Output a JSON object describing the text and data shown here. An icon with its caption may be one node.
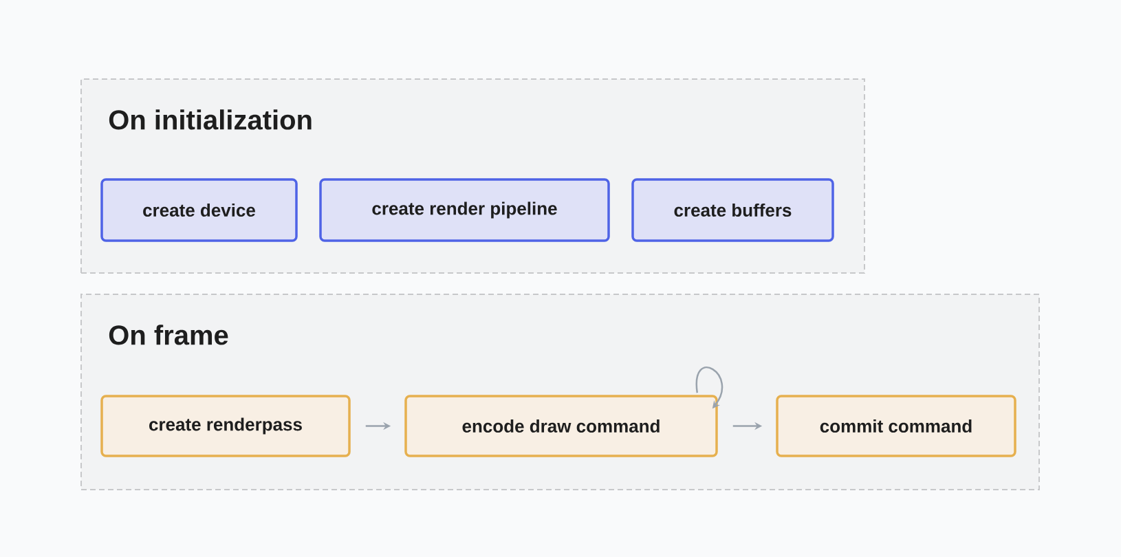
{
  "diagram": {
    "nodes": [
      {
        "text": [
          "On initialization"
        ]
      },
      {
        "text": [
          "create device"
        ],
        "in": 0
      },
      {
        "text": [
          "create render pipeline"
        ],
        "in": 0
      },
      {
        "text": [
          "create buffers"
        ],
        "in": 0
      },
      {
        "text": [
          "On frame"
        ]
      },
      {
        "text": [
          "create renderpass"
        ],
        "in": 4
      },
      {
        "text": [
          "encode draw command"
        ],
        "in": 4
      },
      {
        "text": [
          "commit command"
        ],
        "in": 4
      }
    ],
    "edges": [
      {
        "from": 5,
        "to": 6,
        "arrow": "to"
      },
      {
        "from": 6,
        "to": 6,
        "arrow": "to"
      },
      {
        "from": 6,
        "to": 7,
        "arrow": "to"
      }
    ]
  }
}
